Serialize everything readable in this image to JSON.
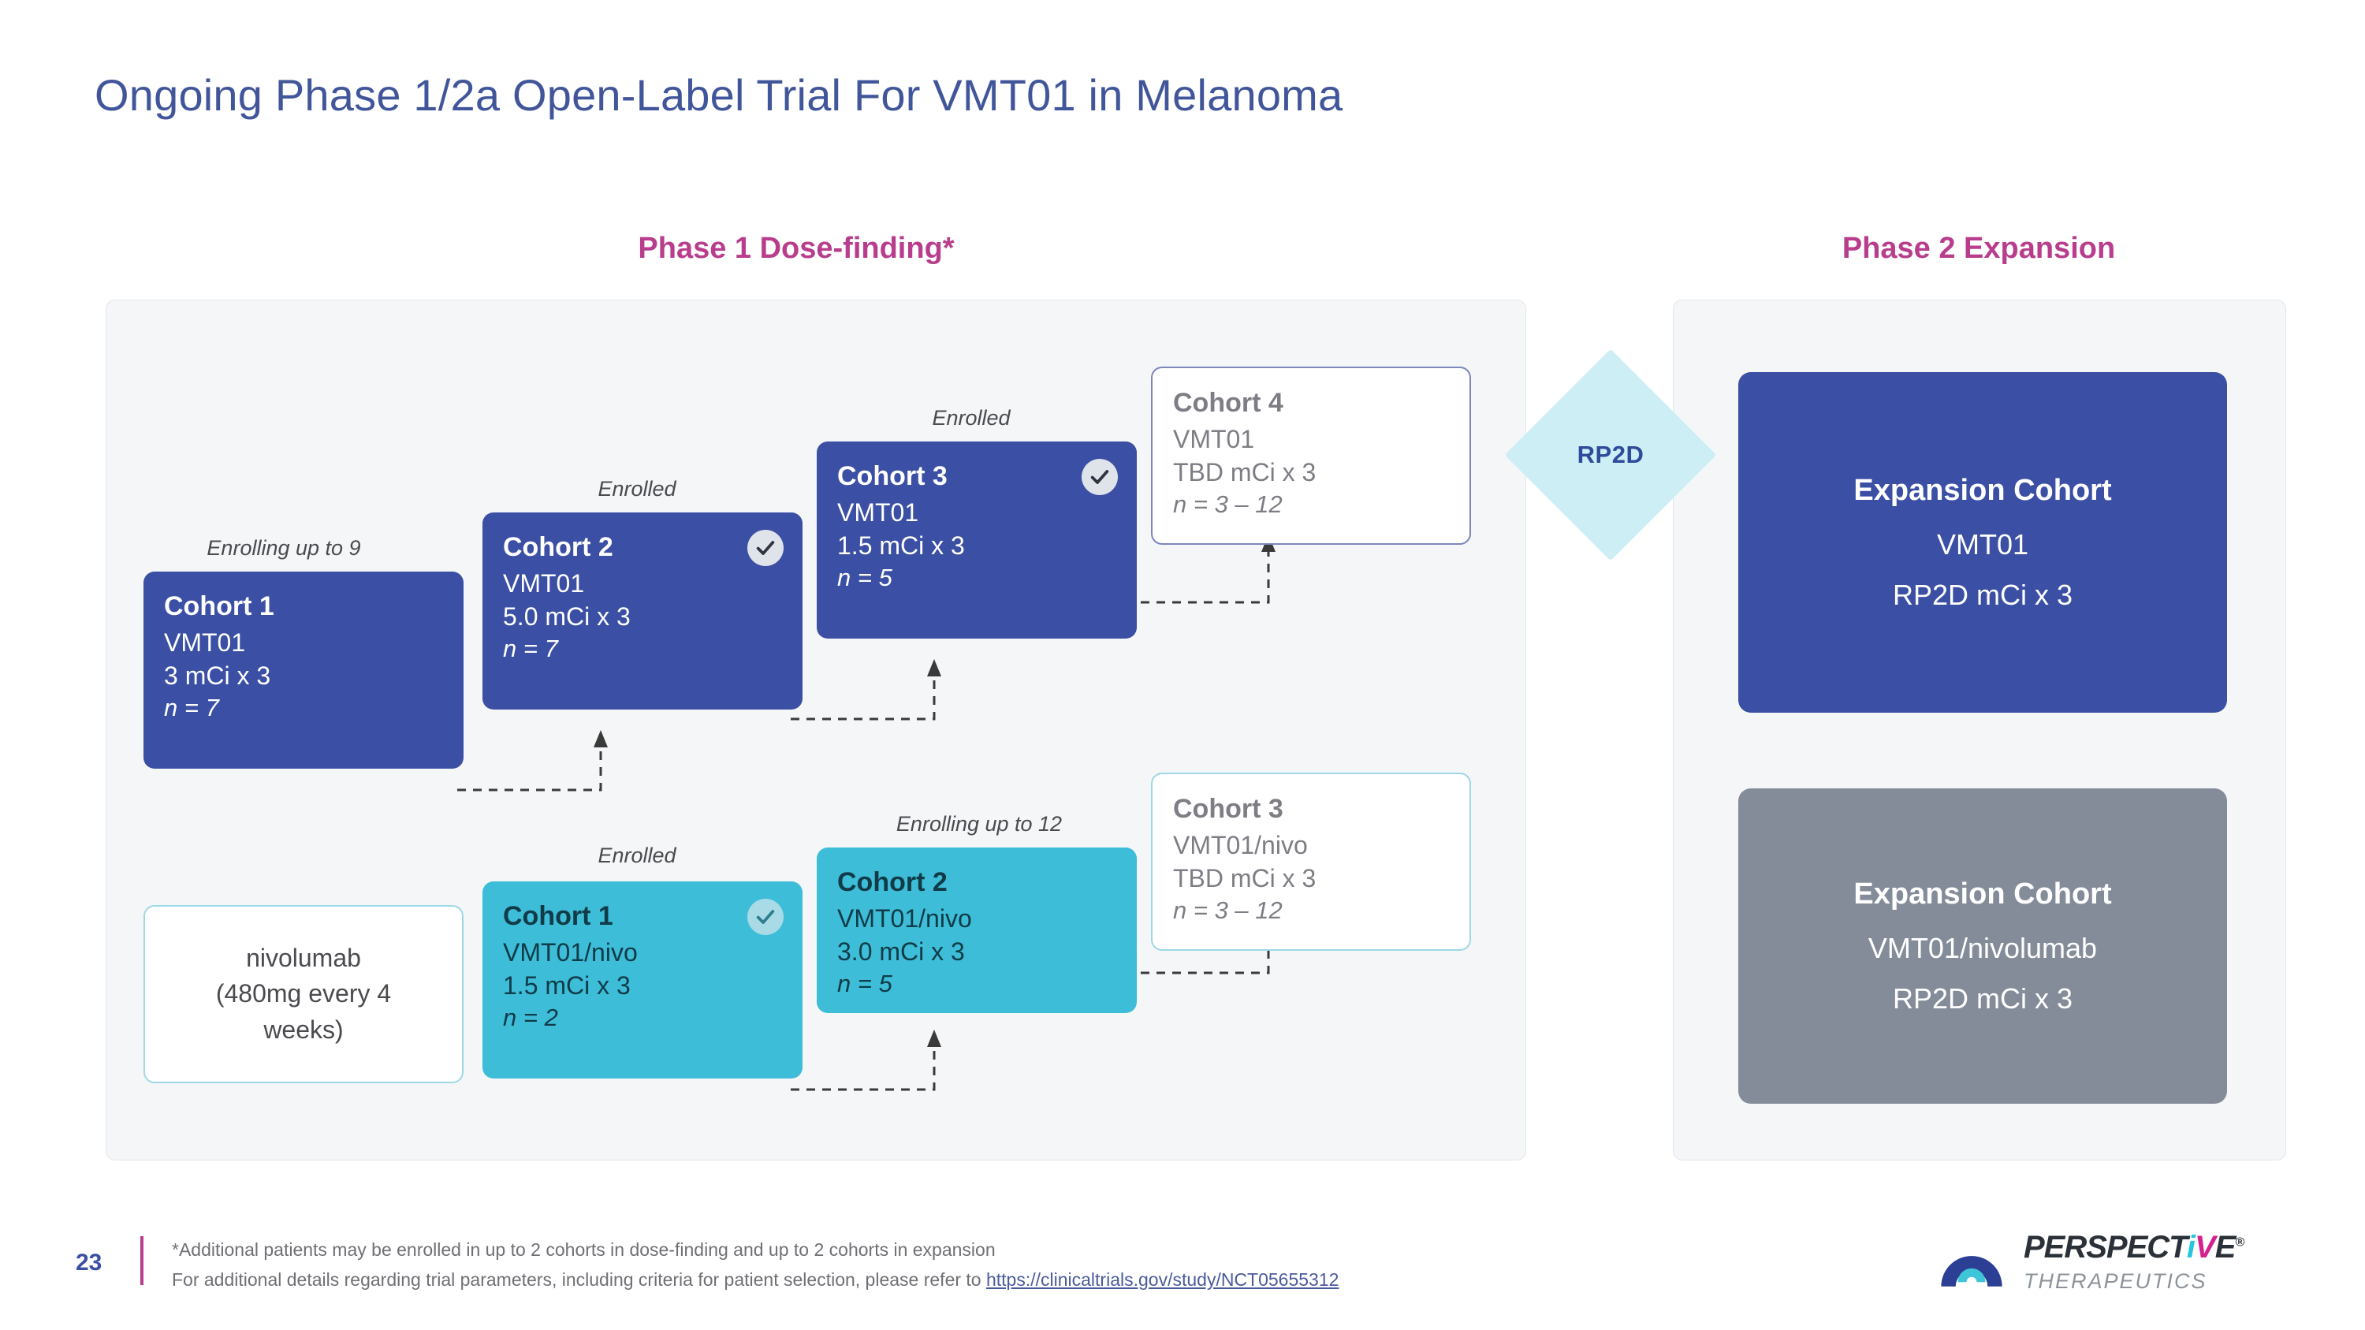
{
  "slide": {
    "title": "Ongoing Phase 1/2a Open-Label Trial For VMT01 in Melanoma",
    "page_number": "23"
  },
  "colors": {
    "title_blue": "#41569a",
    "heading_magenta": "#b83d8c",
    "cohort_blue": "#3b4fa4",
    "cohort_cyan": "#3dbdd8",
    "expansion_gray": "#848c99",
    "rp2d_diamond": "#cdeef5",
    "panel_bg": "#f4f6f8"
  },
  "sections": {
    "phase1_heading": "Phase 1 Dose-finding*",
    "phase2_heading": "Phase 2 Expansion"
  },
  "rp2d": {
    "label": "RP2D"
  },
  "arm_monotherapy": {
    "captions": {
      "c1": "Enrolling up to 9",
      "c2": "Enrolled",
      "c3": "Enrolled"
    },
    "boxes": [
      {
        "title": "Cohort 1",
        "drug": "VMT01",
        "dose": "3 mCi x 3",
        "n": "n = 7",
        "checked": false,
        "style": "filled-blue"
      },
      {
        "title": "Cohort 2",
        "drug": "VMT01",
        "dose": "5.0 mCi x 3",
        "n": "n = 7",
        "checked": true,
        "style": "filled-blue"
      },
      {
        "title": "Cohort 3",
        "drug": "VMT01",
        "dose": "1.5 mCi x 3",
        "n": "n = 5",
        "checked": true,
        "style": "filled-blue"
      },
      {
        "title": "Cohort 4",
        "drug": "VMT01",
        "dose": "TBD mCi x 3",
        "n": "n = 3 – 12",
        "checked": false,
        "style": "outline-blue"
      }
    ]
  },
  "arm_combination": {
    "backbone": {
      "line1": "nivolumab",
      "line2": "(480mg every 4",
      "line3": "weeks)"
    },
    "captions": {
      "c1": "Enrolled",
      "c2": "Enrolling up to 12"
    },
    "boxes": [
      {
        "title": "Cohort 1",
        "drug": "VMT01/nivo",
        "dose": "1.5 mCi x 3",
        "n": "n = 2",
        "checked": true,
        "style": "filled-cyan"
      },
      {
        "title": "Cohort 2",
        "drug": "VMT01/nivo",
        "dose": "3.0 mCi x 3",
        "n": "n = 5",
        "checked": false,
        "style": "filled-cyan"
      },
      {
        "title": "Cohort 3",
        "drug": "VMT01/nivo",
        "dose": "TBD mCi x 3",
        "n": "n = 3 – 12",
        "checked": false,
        "style": "outline-cyan"
      }
    ]
  },
  "expansion": [
    {
      "title": "Expansion Cohort",
      "drug": "VMT01",
      "dose": "RP2D mCi x 3"
    },
    {
      "title": "Expansion Cohort",
      "drug": "VMT01/nivolumab",
      "dose": "RP2D mCi x 3"
    }
  ],
  "footnotes": {
    "line1": "*Additional patients may be enrolled in up to 2 cohorts in dose-finding and up to 2 cohorts in expansion",
    "line2_prefix": "For additional details regarding trial parameters, including criteria for patient selection, please refer to ",
    "line2_link": "https://clinicaltrials.gov/study/NCT05655312"
  },
  "logo": {
    "name_part1": "PERSPECT",
    "name_i": "i",
    "name_v": "V",
    "name_part2": "E",
    "registered": "®",
    "subtitle": "THERAPEUTICS"
  }
}
